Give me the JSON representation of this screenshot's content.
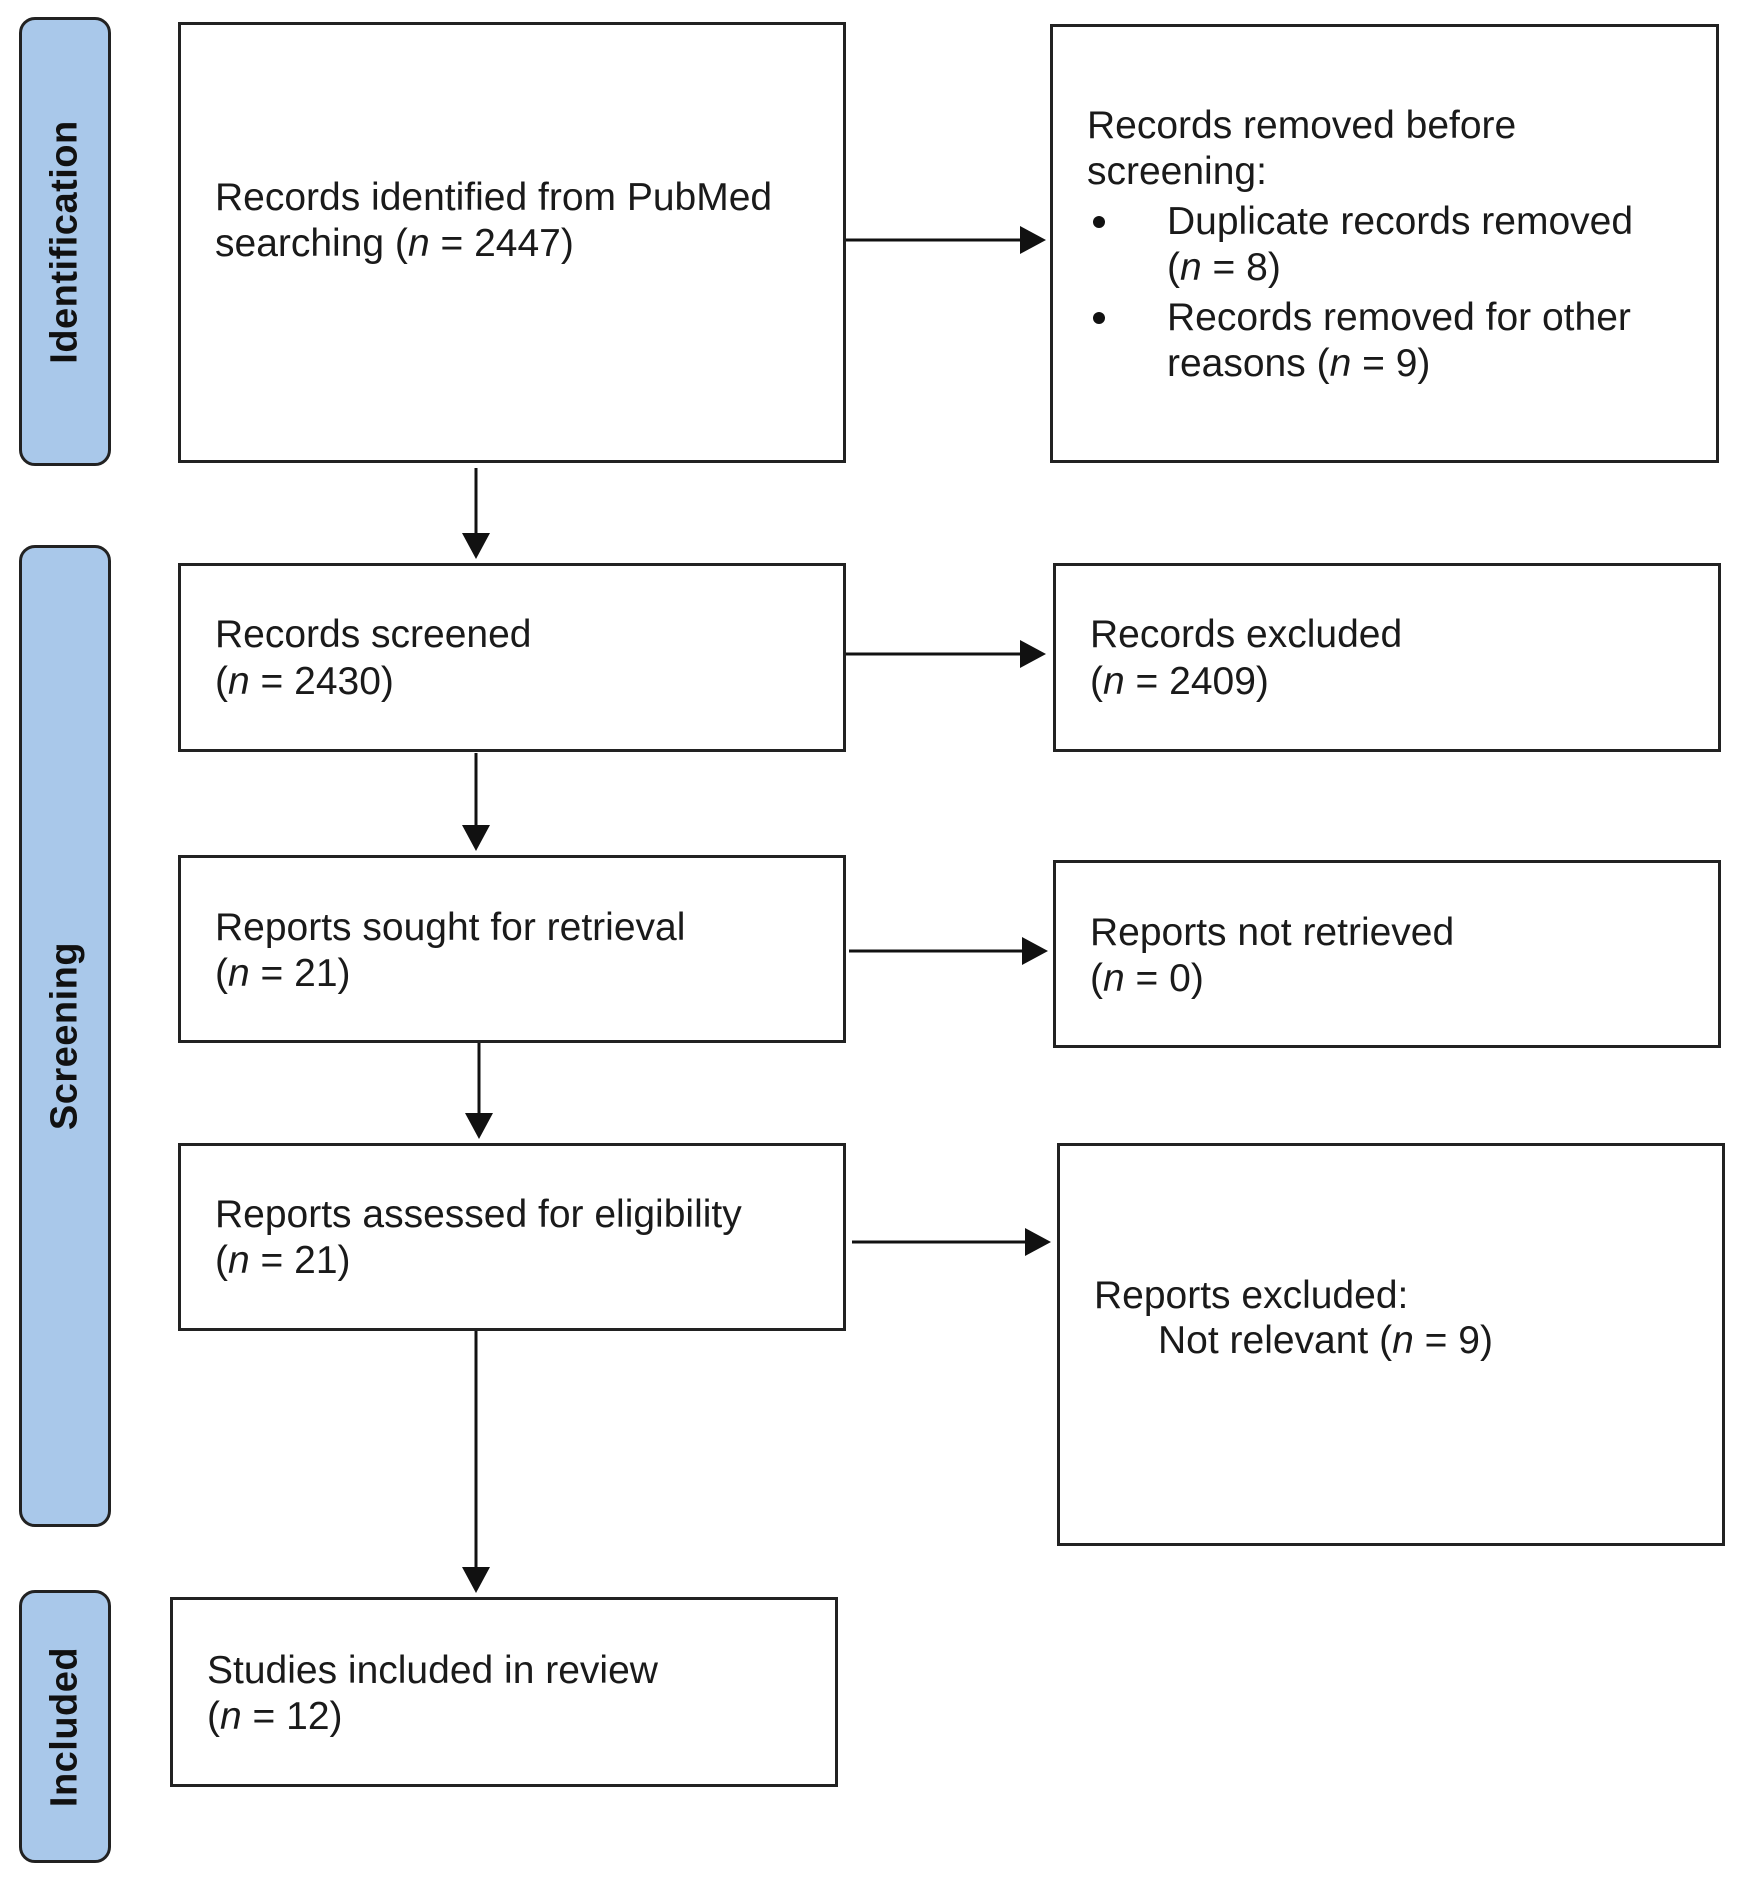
{
  "phases": {
    "identification": "Identification",
    "screening": "Screening",
    "included": "Included"
  },
  "identified": {
    "line1": "Records identified from PubMed",
    "line2_pre": "searching (",
    "n_var": "n",
    "line2_post": " = 2447)"
  },
  "removed": {
    "title_line1": "Records removed before",
    "title_line2": "screening:",
    "dup_line1": "Duplicate records removed",
    "dup_pre": "(",
    "dup_n_var": "n",
    "dup_post": " = 8)",
    "other_line1": "Records removed for other",
    "other_pre": "reasons (",
    "other_n_var": "n",
    "other_post": " = 9)"
  },
  "screened": {
    "label": "Records screened",
    "pre": "(",
    "n_var": "n",
    "post": " = 2430)"
  },
  "excluded": {
    "label": "Records excluded",
    "pre": "(",
    "n_var": "n",
    "post": " = 2409)"
  },
  "sought": {
    "label": "Reports sought for retrieval",
    "pre": "(",
    "n_var": "n",
    "post": " = 21)"
  },
  "not_retrieved": {
    "label": "Reports not retrieved",
    "pre": "(",
    "n_var": "n",
    "post": " = 0)"
  },
  "assessed": {
    "label": "Reports assessed for eligibility",
    "pre": "(",
    "n_var": "n",
    "post": " = 21)"
  },
  "reports_excluded": {
    "title": "Reports excluded:",
    "reason_pre": "Not relevant (",
    "reason_n_var": "n",
    "reason_post": " = 9)"
  },
  "included": {
    "label": "Studies included in review",
    "pre": "(",
    "n_var": "n",
    "post": " = 12)"
  },
  "colors": {
    "phase_fill": "#a9c8ea",
    "stroke": "#222222",
    "background": "#ffffff"
  }
}
